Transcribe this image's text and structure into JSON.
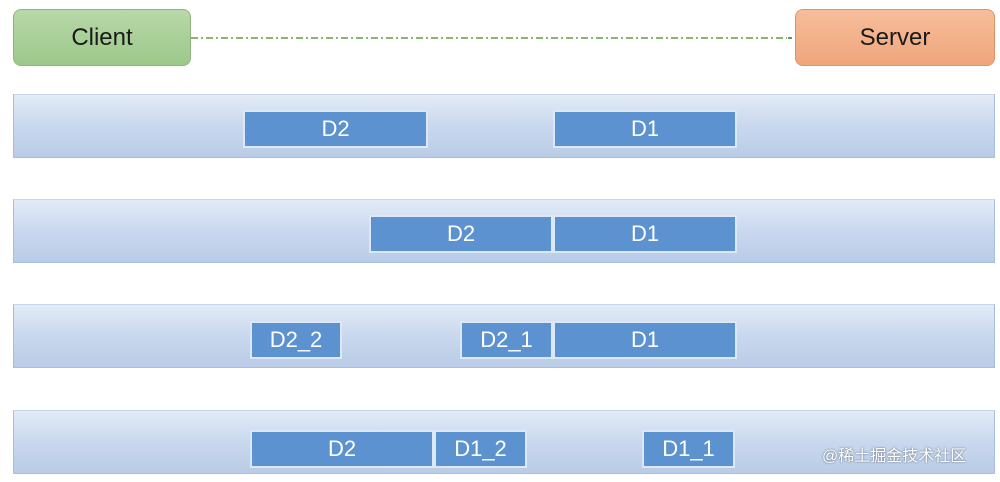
{
  "endpoints": {
    "client": "Client",
    "server": "Server"
  },
  "lanes": [
    {
      "packets": [
        "D2",
        "D1"
      ]
    },
    {
      "packets": [
        "D2",
        "D1"
      ]
    },
    {
      "packets": [
        "D2_2",
        "D2_1",
        "D1"
      ]
    },
    {
      "packets": [
        "D2",
        "D1_2",
        "D1_1"
      ]
    }
  ],
  "watermark": "@稀土掘金技术社区",
  "colors": {
    "client_fill": "#a9d197",
    "server_fill": "#f4b38e",
    "lane_fill": "#c9d8ee",
    "packet_fill": "#5b92cf",
    "connector": "#86b873"
  }
}
